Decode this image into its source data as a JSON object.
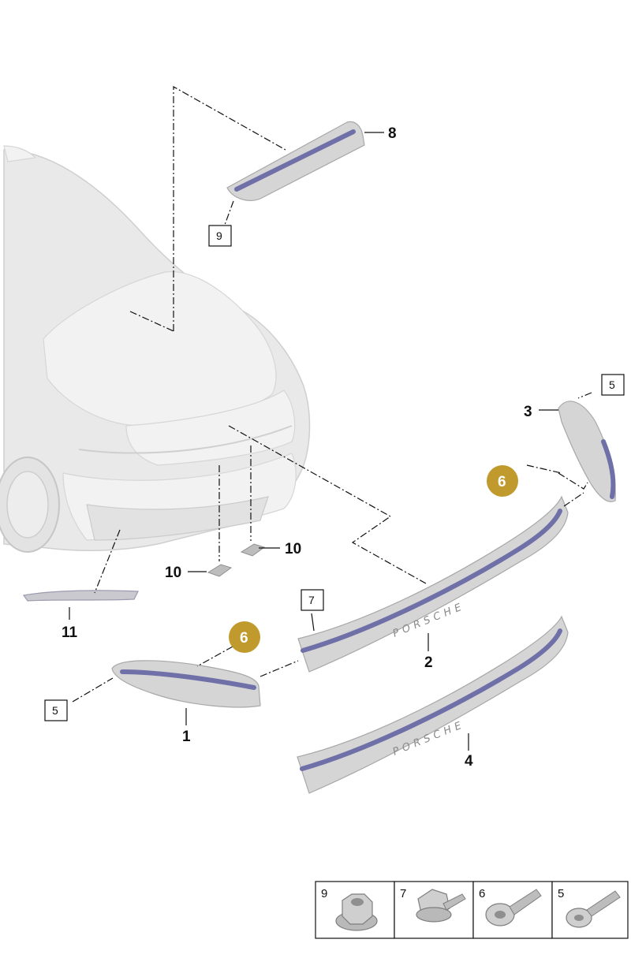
{
  "callouts": {
    "c1": "1",
    "c2": "2",
    "c3": "3",
    "c4": "4",
    "c5_top": "5",
    "c5_left": "5",
    "c6_right": "6",
    "c6_left": "6",
    "c7": "7",
    "c8": "8",
    "c9": "9",
    "c10_right": "10",
    "c10_left": "10",
    "c11": "11"
  },
  "badge_color": "#c19a2e",
  "strip_color": "#6f70a8",
  "legend": {
    "items": [
      {
        "label": "9"
      },
      {
        "label": "7"
      },
      {
        "label": "6"
      },
      {
        "label": "5"
      }
    ]
  }
}
